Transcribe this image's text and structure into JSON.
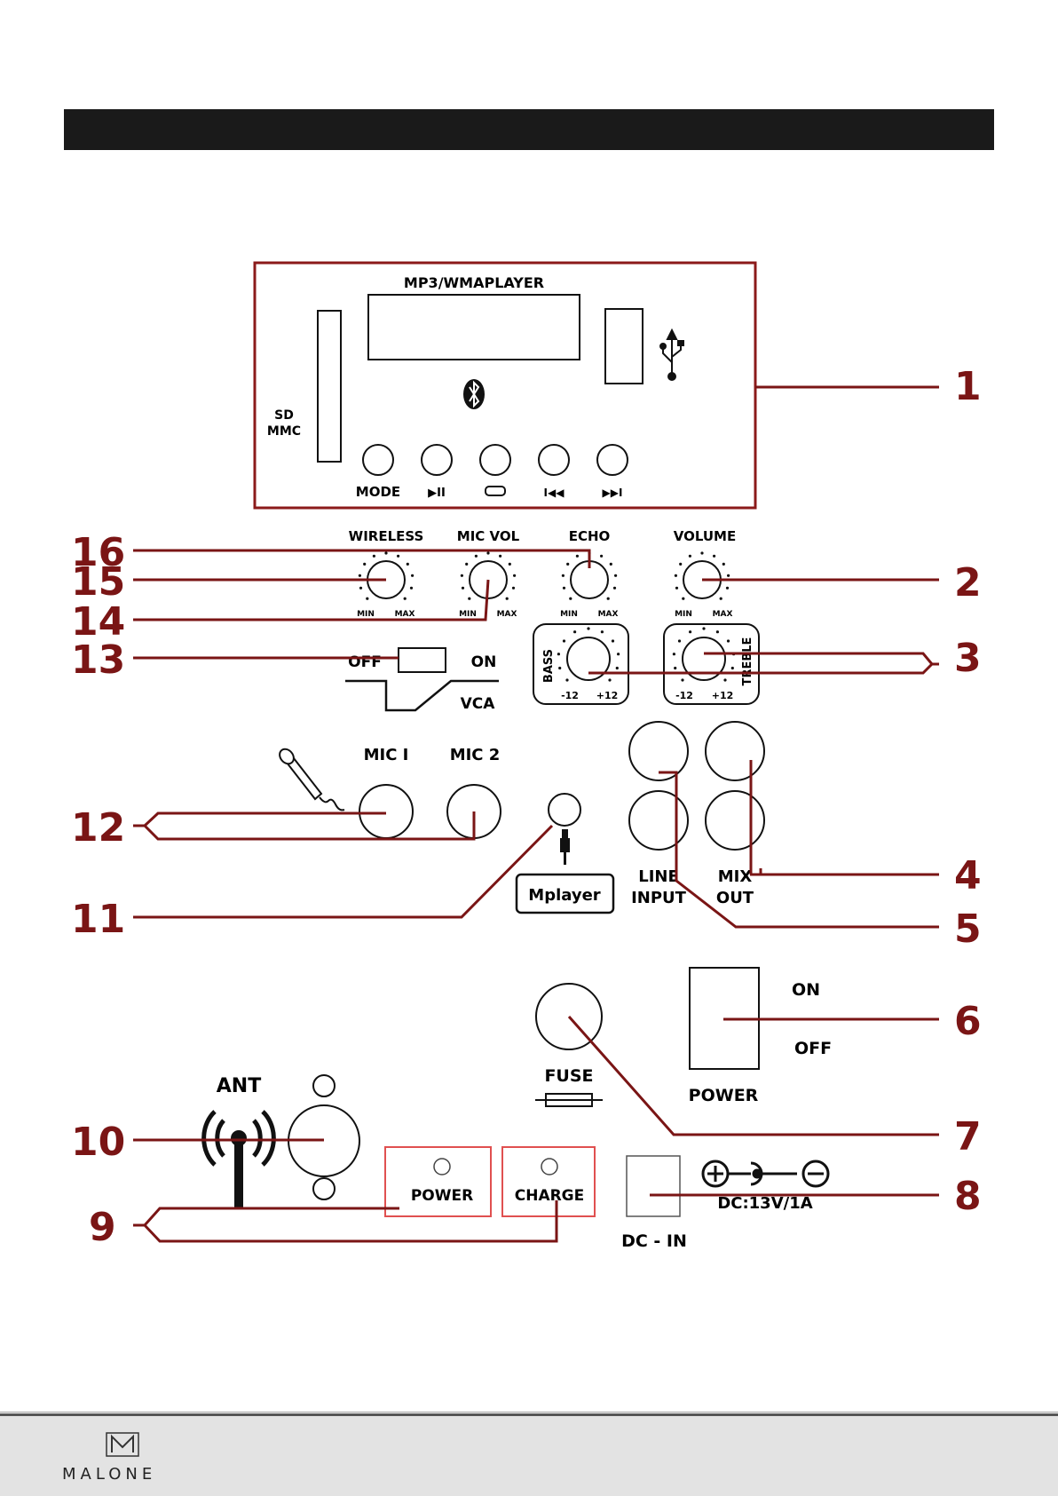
{
  "panel": {
    "title": "MP3/WMAPLAYER",
    "sd_label_1": "SD",
    "sd_label_2": "MMC",
    "buttons": [
      "MODE",
      "▶II",
      "",
      "I◀◀",
      "▶▶I"
    ]
  },
  "knobs": {
    "wireless": "WIRELESS",
    "mic_vol": "MIC VOL",
    "echo": "ECHO",
    "volume": "VOLUME",
    "min": "MIN",
    "max": "MAX",
    "bass": "BASS",
    "treble": "TREBLE",
    "minus12": "-12",
    "plus12": "+12"
  },
  "switches": {
    "off": "OFF",
    "on": "ON",
    "vca": "VCA",
    "power_on": "ON",
    "power_off": "OFF",
    "power": "POWER"
  },
  "jacks": {
    "mic1": "MIC I",
    "mic2": "MIC 2",
    "mplayer": "Mplayer",
    "line": "LINE",
    "input": "INPUT",
    "mix": "MIX",
    "out": "OUT"
  },
  "bottom": {
    "fuse": "FUSE",
    "ant": "ANT",
    "led_power": "POWER",
    "led_charge": "CHARGE",
    "dc_in": "DC - IN",
    "dc_spec": "DC:13V/1A"
  },
  "callouts": [
    "1",
    "2",
    "3",
    "4",
    "5",
    "6",
    "7",
    "8",
    "9",
    "10",
    "11",
    "12",
    "13",
    "14",
    "15",
    "16"
  ],
  "footer": {
    "brand": "MALONE"
  },
  "colors": {
    "callout": "#7a1515",
    "panel_border": "#8b1a1a",
    "led_box": "#e05050"
  }
}
